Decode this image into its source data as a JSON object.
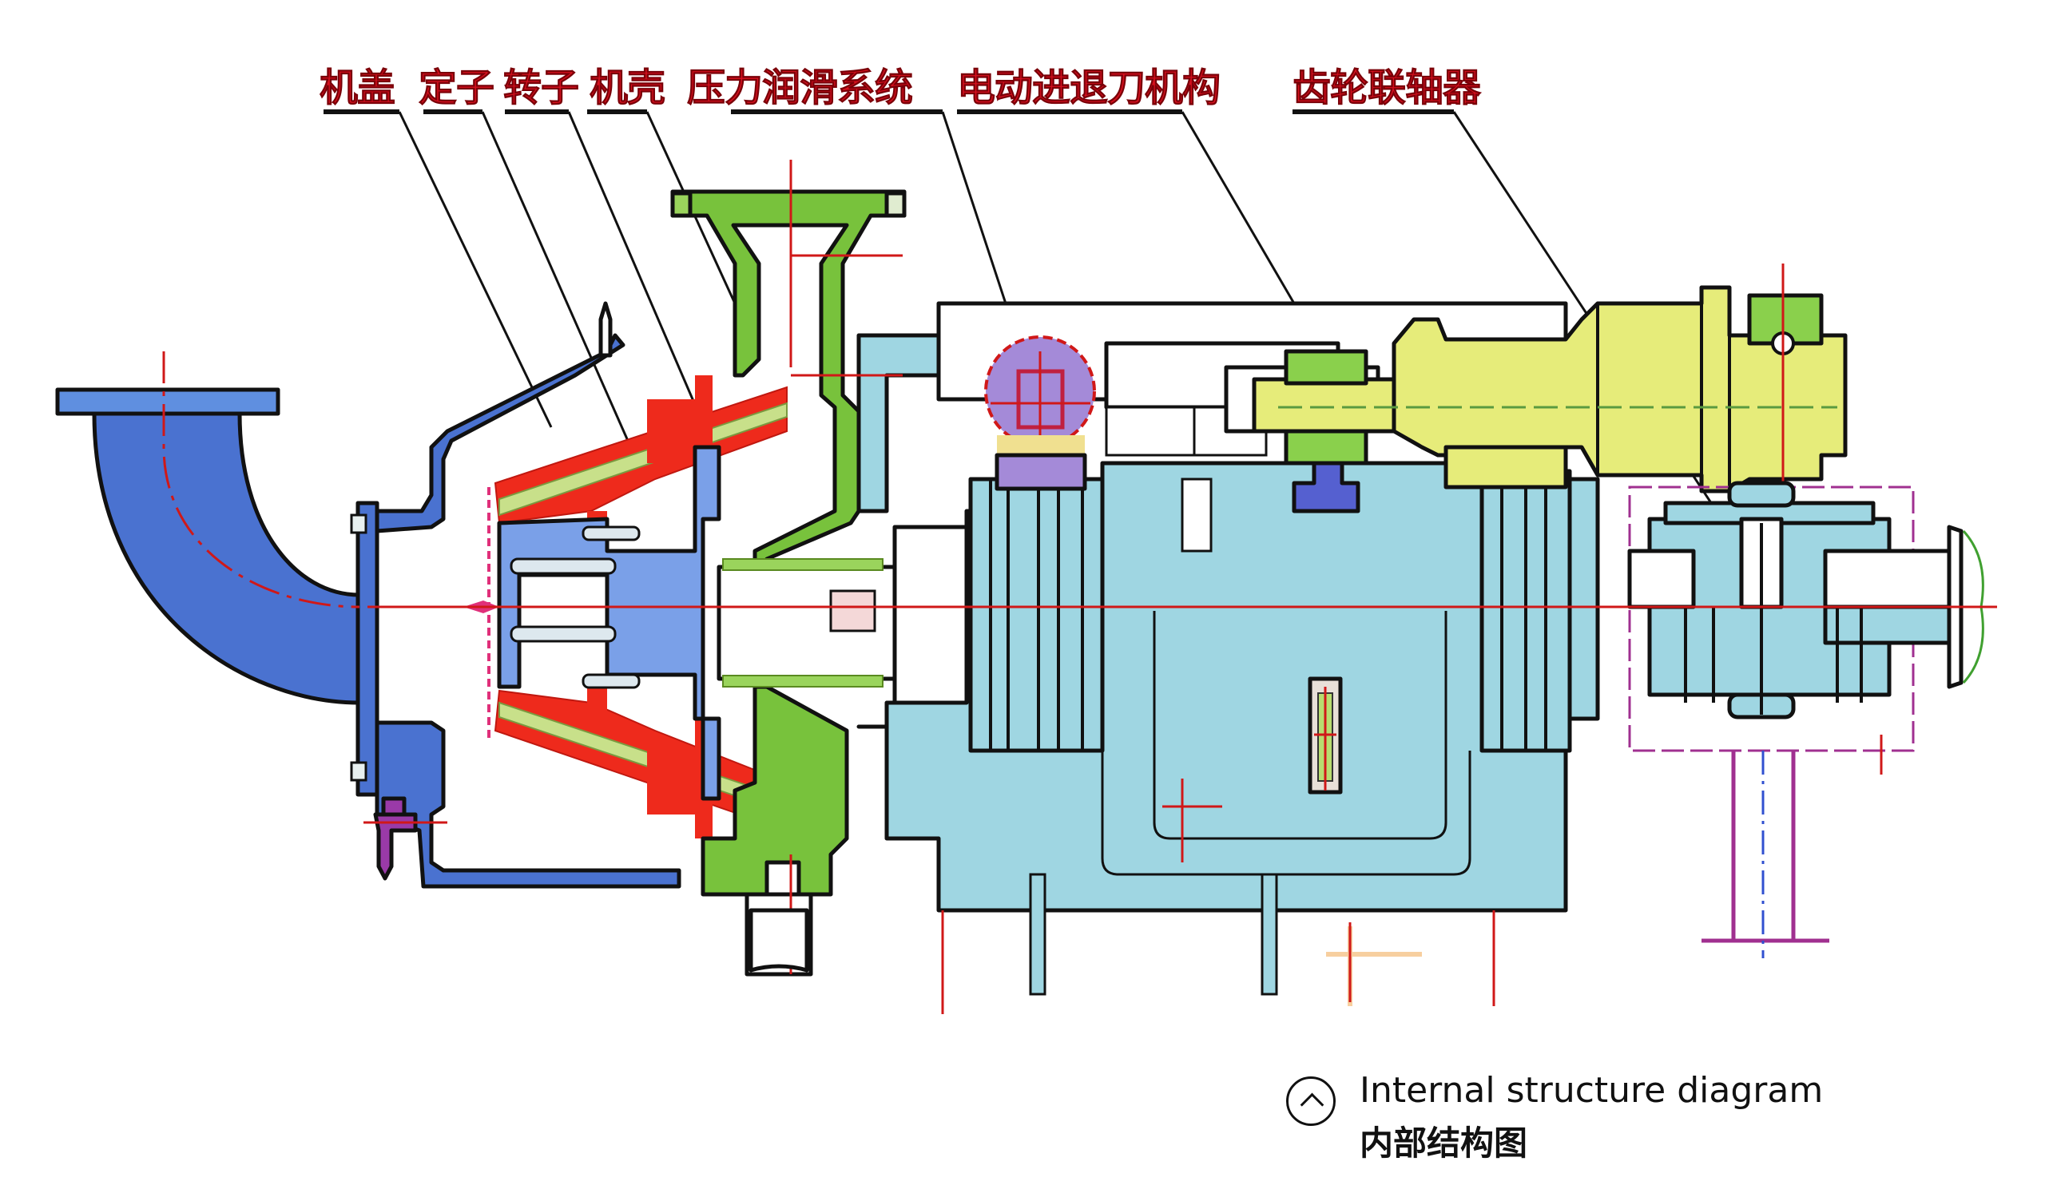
{
  "diagram": {
    "type": "sectional-mechanical-drawing",
    "subject": "conical refiner / disc mill internal structure",
    "component_labels": [
      {
        "id": "cover",
        "text": "机盖"
      },
      {
        "id": "stator",
        "text": "定子"
      },
      {
        "id": "rotor",
        "text": "转子"
      },
      {
        "id": "housing",
        "text": "机壳"
      },
      {
        "id": "pressure-lubrication",
        "text": "压力润滑系统"
      },
      {
        "id": "electric-feed-mechanism",
        "text": "电动进退刀机构"
      },
      {
        "id": "gear-coupling",
        "text": "齿轮联轴器"
      }
    ],
    "part_colors": {
      "cover_inlet": "#4a72d0",
      "stator_rotor": "#ee2a1c",
      "refining_plate": "#c8e08a",
      "housing_outlet": "#78c23c",
      "bearing_frame": "#9fd6e2",
      "feed_motor": "#e6ec7a",
      "lubrication_pump": "#a48ad8",
      "centerline": "#d01818"
    }
  },
  "caption": {
    "icon": "chevron-up-icon",
    "title_en": "Internal structure diagram",
    "title_zh": "内部结构图"
  }
}
